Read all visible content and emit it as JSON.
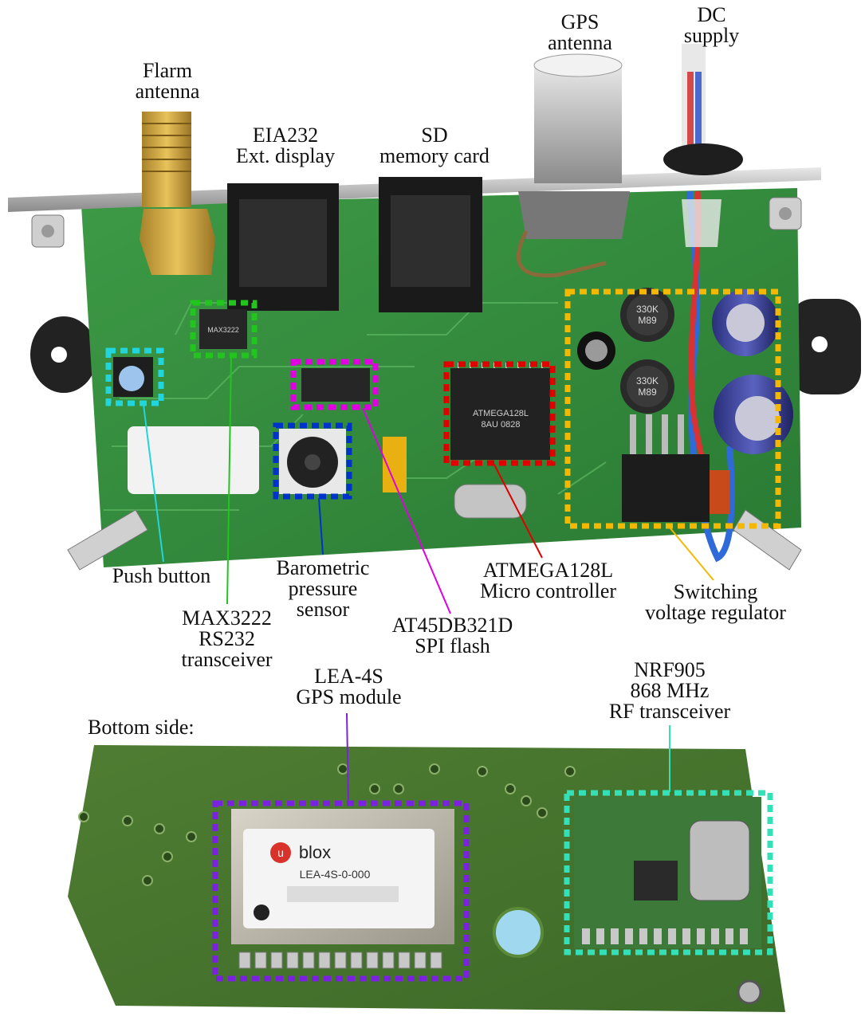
{
  "colors": {
    "board": "#2f8a3c",
    "board_dark": "#1f5f2a",
    "silk_white": "#f4f4f4",
    "ucontroller": "#e00000",
    "pressure": "#0033cc",
    "flash": "#e000e0",
    "max3222": "#22c41e",
    "button": "#22d4dc",
    "regulator": "#f4b800",
    "gps_module": "#7a22e0",
    "rf": "#33e0b8"
  },
  "labels": {
    "flarm_antenna": [
      "Flarm",
      "antenna"
    ],
    "eia232": [
      "EIA232",
      "Ext. display"
    ],
    "sd_card": [
      "SD",
      "memory card"
    ],
    "gps_antenna": [
      "GPS",
      "antenna"
    ],
    "dc_supply": [
      "DC",
      "supply"
    ],
    "push_button": [
      "Push button"
    ],
    "max3222": [
      "MAX3222",
      "RS232",
      "transceiver"
    ],
    "baro": [
      "Barometric",
      "pressure",
      "sensor"
    ],
    "flash": [
      "AT45DB321D",
      "SPI flash"
    ],
    "mcu": [
      "ATMEGA128L",
      "Micro controller"
    ],
    "regulator": [
      "Switching",
      "voltage regulator"
    ],
    "lea4s": [
      "LEA-4S",
      "GPS module"
    ],
    "nrf905": [
      "NRF905",
      "868 MHz",
      "RF transceiver"
    ],
    "bottom_side": [
      "Bottom side:"
    ]
  },
  "chip_text": {
    "mcu_marking": "ATMEGA128L",
    "mcu_marking_2": "8AU 0828",
    "max_marking": "MAX3222",
    "coil_marking": "330K",
    "coil_marking_2": "M89",
    "ublox_logo": "blox",
    "ublox_part": "LEA-4S-0-000",
    "ublox_u": "u"
  }
}
